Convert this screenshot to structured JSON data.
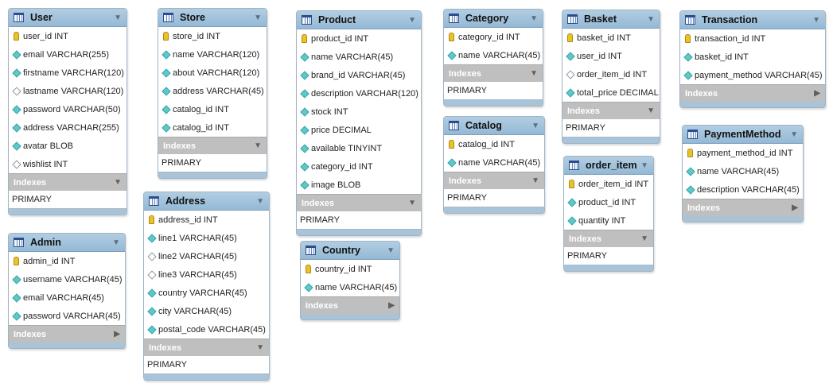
{
  "tables": [
    {
      "name": "User",
      "expanded": true,
      "columns": [
        {
          "label": "user_id INT",
          "kind": "pk"
        },
        {
          "label": "email VARCHAR(255)",
          "kind": "col"
        },
        {
          "label": "firstname VARCHAR(120)",
          "kind": "col"
        },
        {
          "label": "lastname VARCHAR(120)",
          "kind": "nullable"
        },
        {
          "label": "password VARCHAR(50)",
          "kind": "col"
        },
        {
          "label": "address VARCHAR(255)",
          "kind": "col"
        },
        {
          "label": "avatar BLOB",
          "kind": "col"
        },
        {
          "label": "wishlist INT",
          "kind": "nullable"
        }
      ],
      "indexes_label": "Indexes",
      "indexes_expanded": true,
      "indexes": [
        "PRIMARY"
      ]
    },
    {
      "name": "Admin",
      "expanded": true,
      "columns": [
        {
          "label": "admin_id INT",
          "kind": "pk"
        },
        {
          "label": "username VARCHAR(45)",
          "kind": "col"
        },
        {
          "label": "email VARCHAR(45)",
          "kind": "col"
        },
        {
          "label": "password VARCHAR(45)",
          "kind": "col"
        }
      ],
      "indexes_label": "Indexes",
      "indexes_expanded": false,
      "indexes": []
    },
    {
      "name": "Store",
      "expanded": true,
      "columns": [
        {
          "label": "store_id INT",
          "kind": "pk"
        },
        {
          "label": "name VARCHAR(120)",
          "kind": "col"
        },
        {
          "label": "about VARCHAR(120)",
          "kind": "col"
        },
        {
          "label": "address VARCHAR(45)",
          "kind": "col"
        },
        {
          "label": "catalog_id INT",
          "kind": "col"
        },
        {
          "label": "catalog_id INT",
          "kind": "col"
        }
      ],
      "indexes_label": "Indexes",
      "indexes_expanded": true,
      "indexes": [
        "PRIMARY"
      ]
    },
    {
      "name": "Address",
      "expanded": true,
      "columns": [
        {
          "label": "address_id INT",
          "kind": "pk"
        },
        {
          "label": "line1 VARCHAR(45)",
          "kind": "col"
        },
        {
          "label": "line2 VARCHAR(45)",
          "kind": "nullable"
        },
        {
          "label": "line3 VARCHAR(45)",
          "kind": "nullable"
        },
        {
          "label": "country VARCHAR(45)",
          "kind": "col"
        },
        {
          "label": "city VARCHAR(45)",
          "kind": "col"
        },
        {
          "label": "postal_code VARCHAR(45)",
          "kind": "col"
        }
      ],
      "indexes_label": "Indexes",
      "indexes_expanded": true,
      "indexes": [
        "PRIMARY"
      ]
    },
    {
      "name": "Product",
      "expanded": true,
      "columns": [
        {
          "label": "product_id INT",
          "kind": "pk"
        },
        {
          "label": "name VARCHAR(45)",
          "kind": "col"
        },
        {
          "label": "brand_id VARCHAR(45)",
          "kind": "col"
        },
        {
          "label": "description VARCHAR(120)",
          "kind": "col"
        },
        {
          "label": "stock INT",
          "kind": "col"
        },
        {
          "label": "price DECIMAL",
          "kind": "col"
        },
        {
          "label": "available TINYINT",
          "kind": "col"
        },
        {
          "label": "category_id INT",
          "kind": "col"
        },
        {
          "label": "image BLOB",
          "kind": "col"
        }
      ],
      "indexes_label": "Indexes",
      "indexes_expanded": true,
      "indexes": [
        "PRIMARY"
      ]
    },
    {
      "name": "Country",
      "expanded": true,
      "columns": [
        {
          "label": "country_id INT",
          "kind": "pk"
        },
        {
          "label": "name VARCHAR(45)",
          "kind": "col"
        }
      ],
      "indexes_label": "Indexes",
      "indexes_expanded": false,
      "indexes": []
    },
    {
      "name": "Category",
      "expanded": true,
      "columns": [
        {
          "label": "category_id INT",
          "kind": "pk"
        },
        {
          "label": "name VARCHAR(45)",
          "kind": "col"
        }
      ],
      "indexes_label": "Indexes",
      "indexes_expanded": true,
      "indexes": [
        "PRIMARY"
      ]
    },
    {
      "name": "Catalog",
      "expanded": true,
      "columns": [
        {
          "label": "catalog_id INT",
          "kind": "pk"
        },
        {
          "label": "name VARCHAR(45)",
          "kind": "col"
        }
      ],
      "indexes_label": "Indexes",
      "indexes_expanded": true,
      "indexes": [
        "PRIMARY"
      ]
    },
    {
      "name": "Basket",
      "expanded": true,
      "columns": [
        {
          "label": "basket_id INT",
          "kind": "pk"
        },
        {
          "label": "user_id INT",
          "kind": "col"
        },
        {
          "label": "order_item_id INT",
          "kind": "nullable"
        },
        {
          "label": "total_price DECIMAL",
          "kind": "col"
        }
      ],
      "indexes_label": "Indexes",
      "indexes_expanded": true,
      "indexes": [
        "PRIMARY"
      ]
    },
    {
      "name": "order_item",
      "expanded": true,
      "columns": [
        {
          "label": "order_item_id INT",
          "kind": "pk"
        },
        {
          "label": "product_id INT",
          "kind": "col"
        },
        {
          "label": "quantity INT",
          "kind": "col"
        }
      ],
      "indexes_label": "Indexes",
      "indexes_expanded": true,
      "indexes": [
        "PRIMARY"
      ]
    },
    {
      "name": "Transaction",
      "expanded": true,
      "columns": [
        {
          "label": "transaction_id INT",
          "kind": "pk"
        },
        {
          "label": "basket_id INT",
          "kind": "col"
        },
        {
          "label": "payment_method VARCHAR(45)",
          "kind": "col"
        }
      ],
      "indexes_label": "Indexes",
      "indexes_expanded": false,
      "indexes": []
    },
    {
      "name": "PaymentMethod",
      "expanded": true,
      "columns": [
        {
          "label": "payment_method_id INT",
          "kind": "pk"
        },
        {
          "label": "name VARCHAR(45)",
          "kind": "col"
        },
        {
          "label": "description VARCHAR(45)",
          "kind": "col"
        }
      ],
      "indexes_label": "Indexes",
      "indexes_expanded": false,
      "indexes": []
    }
  ],
  "icons": {
    "table": "table-icon",
    "primary_key": "key-icon",
    "column": "teal-diamond-icon",
    "nullable_column": "hollow-diamond-icon",
    "expanded": "triangle-down-icon",
    "collapsed": "triangle-right-icon"
  },
  "colors": {
    "header": "#a7c5de",
    "column_marker": "#5fc8c8",
    "primary_key": "#e8c42a",
    "indexes_bar": "#bfbfbf"
  }
}
